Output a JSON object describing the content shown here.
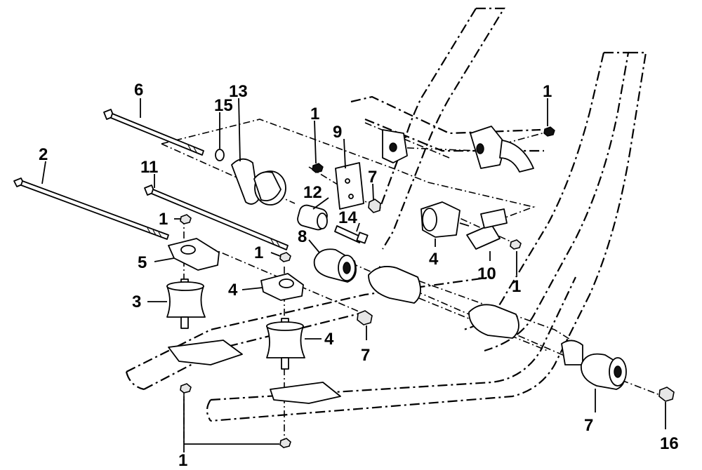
{
  "diagram": {
    "callouts": [
      {
        "id": "c1a",
        "text": "1"
      },
      {
        "id": "c1b",
        "text": "1"
      },
      {
        "id": "c1c",
        "text": "1"
      },
      {
        "id": "c1d",
        "text": "1"
      },
      {
        "id": "c1e",
        "text": "1"
      },
      {
        "id": "c1f",
        "text": "1"
      },
      {
        "id": "c2",
        "text": "2"
      },
      {
        "id": "c3",
        "text": "3"
      },
      {
        "id": "c4a",
        "text": "4"
      },
      {
        "id": "c4b",
        "text": "4"
      },
      {
        "id": "c4c",
        "text": "4"
      },
      {
        "id": "c5",
        "text": "5"
      },
      {
        "id": "c6",
        "text": "6"
      },
      {
        "id": "c7a",
        "text": "7"
      },
      {
        "id": "c7b",
        "text": "7"
      },
      {
        "id": "c7c",
        "text": "7"
      },
      {
        "id": "c8",
        "text": "8"
      },
      {
        "id": "c9",
        "text": "9"
      },
      {
        "id": "c10",
        "text": "10"
      },
      {
        "id": "c11",
        "text": "11"
      },
      {
        "id": "c12",
        "text": "12"
      },
      {
        "id": "c13",
        "text": "13"
      },
      {
        "id": "c14",
        "text": "14"
      },
      {
        "id": "c15",
        "text": "15"
      },
      {
        "id": "c16",
        "text": "16"
      }
    ]
  }
}
